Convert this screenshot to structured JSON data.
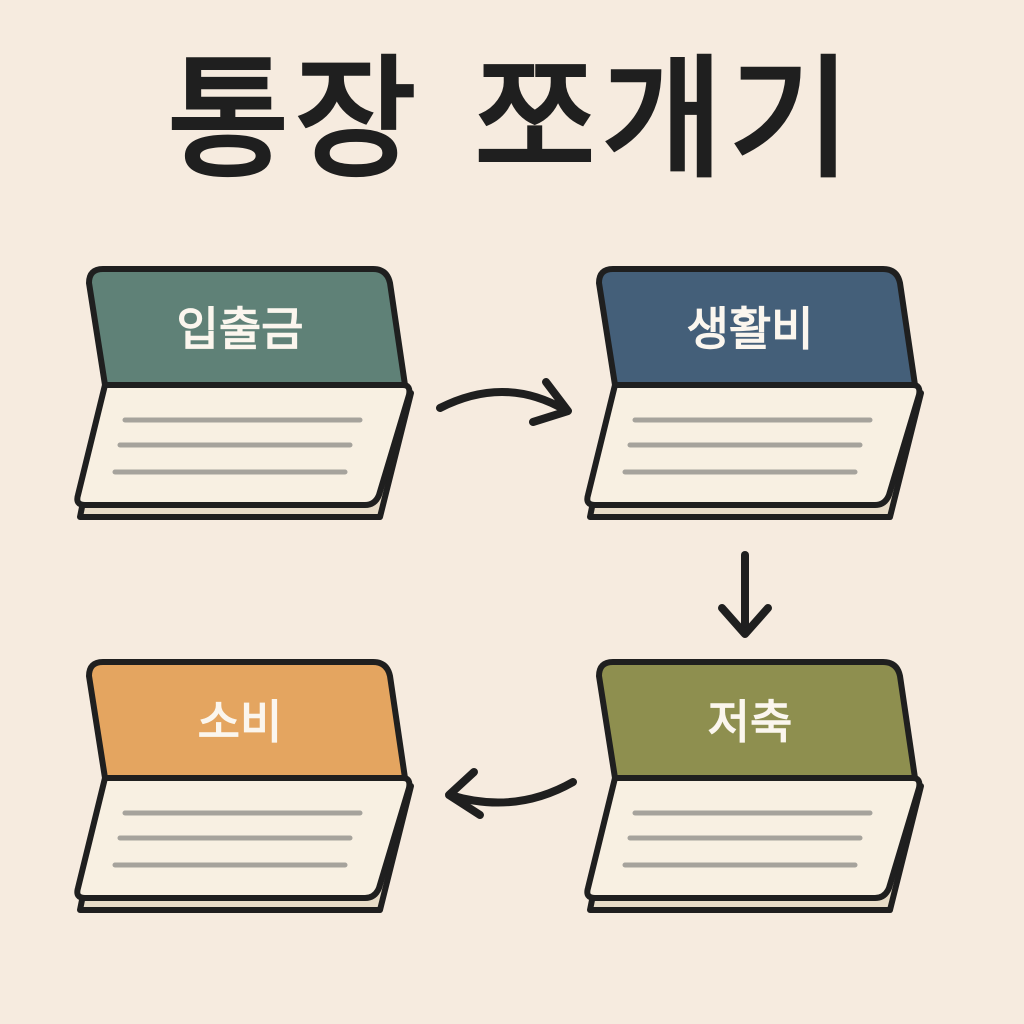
{
  "title": "통장 쪼개기",
  "colors": {
    "background": "#f6ebdf",
    "outline": "#1f1f1f",
    "page": "#f8f0e2",
    "page_shadow": "#e8dcc8",
    "line": "#a6a39c"
  },
  "accounts": [
    {
      "label": "입출금",
      "color": "#5f8177"
    },
    {
      "label": "생활비",
      "color": "#445f79"
    },
    {
      "label": "저축",
      "color": "#8e8f4f"
    },
    {
      "label": "소비",
      "color": "#e4a560"
    }
  ],
  "flow": [
    {
      "from": "입출금",
      "to": "생활비",
      "icon": "curved-arrow-right-icon"
    },
    {
      "from": "생활비",
      "to": "저축",
      "icon": "arrow-down-icon"
    },
    {
      "from": "저축",
      "to": "소비",
      "icon": "curved-arrow-left-icon"
    }
  ]
}
